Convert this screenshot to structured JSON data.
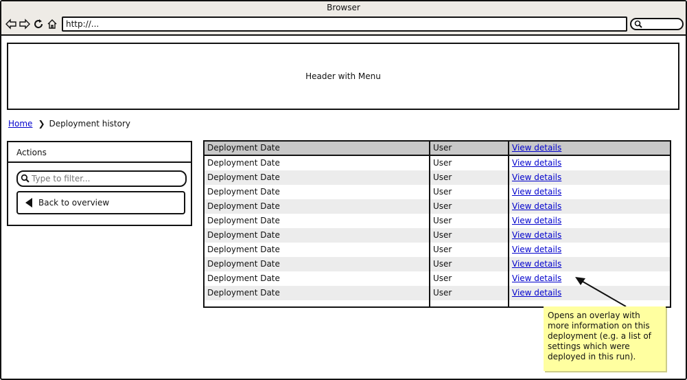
{
  "browser": {
    "title": "Browser",
    "url": "http://..."
  },
  "header": {
    "label": "Header with Menu"
  },
  "breadcrumb": {
    "home": "Home",
    "current": "Deployment history"
  },
  "actions": {
    "title": "Actions",
    "filter_placeholder": "Type to filter...",
    "back_label": "Back to overview"
  },
  "table": {
    "rows": [
      {
        "date": "Deployment Date",
        "user": "User",
        "link": "View details"
      },
      {
        "date": "Deployment Date",
        "user": "User",
        "link": "View details"
      },
      {
        "date": "Deployment Date",
        "user": "User",
        "link": "View details"
      },
      {
        "date": "Deployment Date",
        "user": "User",
        "link": "View details"
      },
      {
        "date": "Deployment Date",
        "user": "User",
        "link": "View details"
      },
      {
        "date": "Deployment Date",
        "user": "User",
        "link": "View details"
      },
      {
        "date": "Deployment Date",
        "user": "User",
        "link": "View details"
      },
      {
        "date": "Deployment Date",
        "user": "User",
        "link": "View details"
      },
      {
        "date": "Deployment Date",
        "user": "User",
        "link": "View details"
      },
      {
        "date": "Deployment Date",
        "user": "User",
        "link": "View details"
      },
      {
        "date": "Deployment Date",
        "user": "User",
        "link": "View details"
      }
    ]
  },
  "note": {
    "text": "Opens an overlay with more information on this deployment (e.g. a list of settings which were deployed in this run)."
  }
}
